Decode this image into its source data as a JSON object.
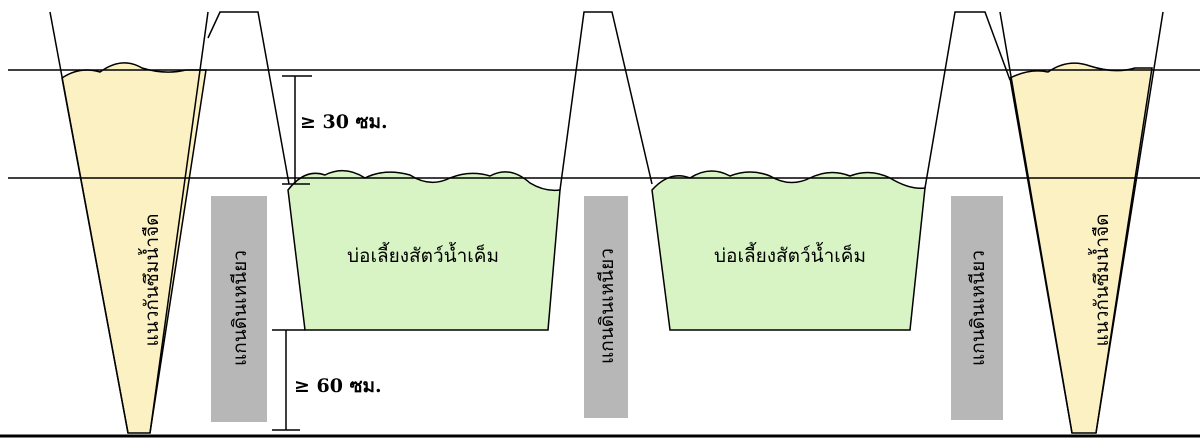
{
  "labels": {
    "pond_left": "บ่อเลี้ยงสัตว์น้ำเค็ม",
    "pond_right": "บ่อเลี้ยงสัตว์น้ำเค็ม",
    "freshwater_barrier_left": "แนวกันซึมน้ำจืด",
    "freshwater_barrier_right": "แนวกันซึมน้ำจืด",
    "clay_core_left": "แกนดินเหนียว",
    "clay_core_mid": "แกนดินเหนียว",
    "clay_core_right": "แกนดินเหนียว"
  },
  "dimensions": {
    "upper": "≥ 30 ซม.",
    "lower": "≥ 60 ซม."
  },
  "colors": {
    "pond_fill": "#d8f4c4",
    "barrier_fill": "#fbf1c3",
    "clay_core_fill": "#b7b7b7",
    "line": "#000000"
  }
}
